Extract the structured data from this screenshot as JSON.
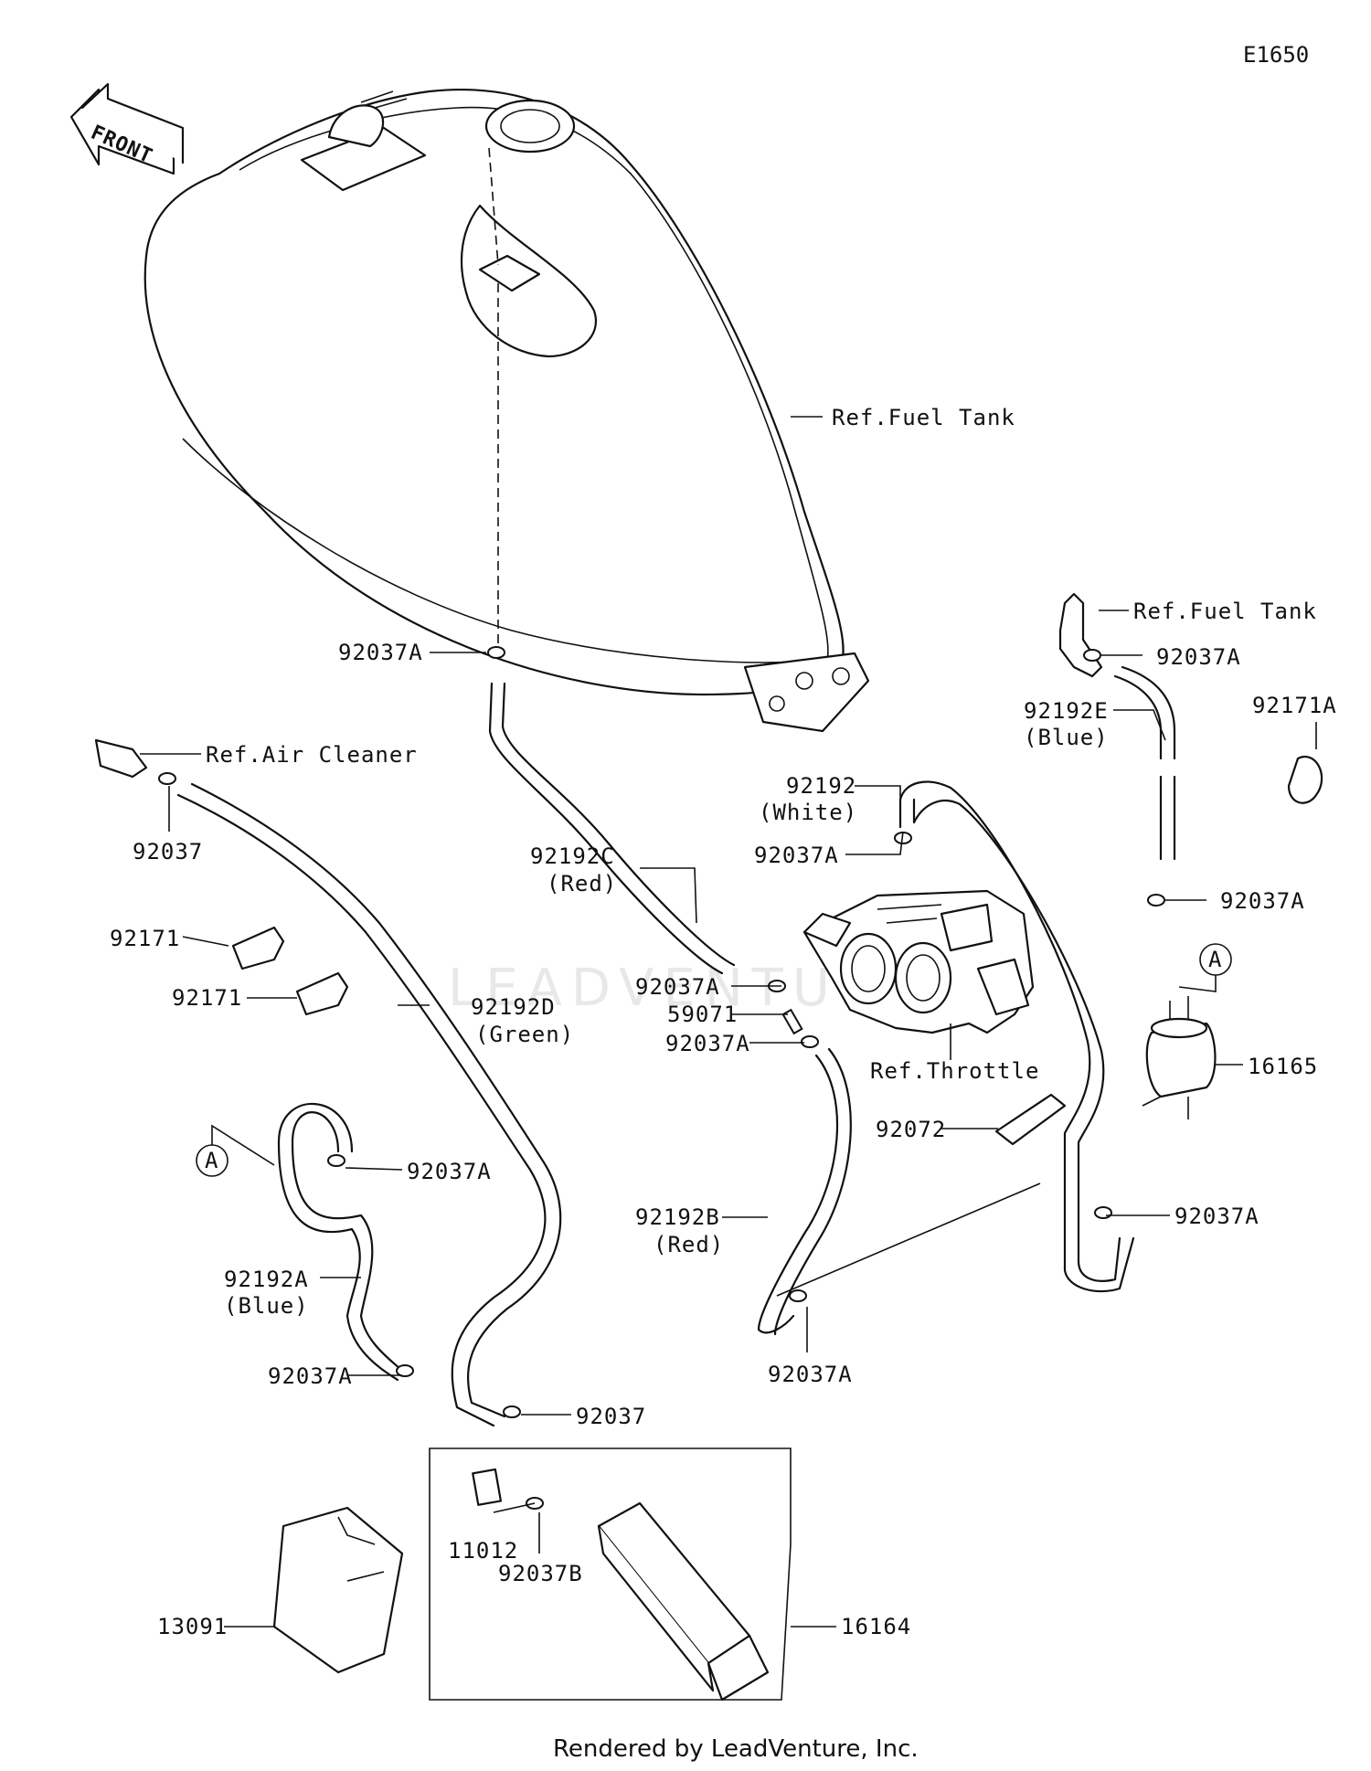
{
  "diagram_id": "E1650",
  "front_label": "FRONT",
  "watermark": "LEADVENTURE",
  "footer": "Rendered by LeadVenture, Inc.",
  "callout_letter": "A",
  "labels": {
    "ref_fuel_tank_1": "Ref.Fuel Tank",
    "ref_fuel_tank_2": "Ref.Fuel Tank",
    "ref_air_cleaner": "Ref.Air Cleaner",
    "ref_throttle": "Ref.Throttle",
    "p92037A_tank": "92037A",
    "p92037A_top_right": "92037A",
    "p92192E": "92192E",
    "p92192E_color": "(Blue)",
    "p92171A": "92171A",
    "p92037": "92037",
    "p92192_white": "92192",
    "p92192_white_color": "(White)",
    "p92192C": "92192C",
    "p92192C_color": "(Red)",
    "p92037A_throttle": "92037A",
    "p92037A_right_mid": "92037A",
    "p92171_a": "92171",
    "p92171_b": "92171",
    "p92192D": "92192D",
    "p92192D_color": "(Green)",
    "p92037A_c": "92037A",
    "p59071": "59071",
    "p92037A_d": "92037A",
    "p16165": "16165",
    "p92072": "92072",
    "p92037A_left_mid": "92037A",
    "p92037A_lower_right": "92037A",
    "p92192B": "92192B",
    "p92192B_color": "(Red)",
    "p92192A": "92192A",
    "p92192A_color": "(Blue)",
    "p92037A_lower_left": "92037A",
    "p92037_lower": "92037",
    "p92037A_bottom": "92037A",
    "p11012": "11012",
    "p92037B": "92037B",
    "p13091": "13091",
    "p16164": "16164"
  }
}
